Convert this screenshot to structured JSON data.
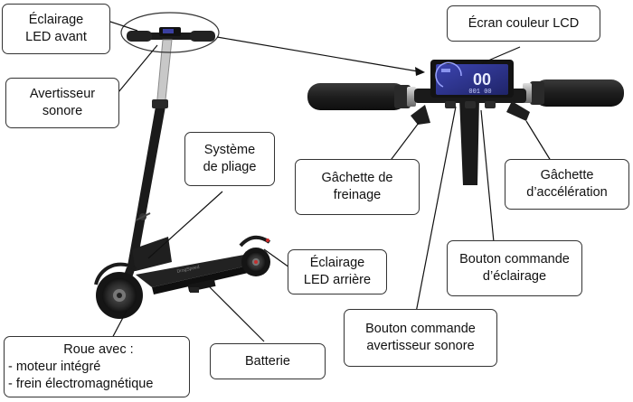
{
  "labels": {
    "eclairage_avant": [
      "Éclairage",
      "LED avant"
    ],
    "avertisseur": [
      "Avertisseur",
      "sonore"
    ],
    "pliage": [
      "Système",
      "de pliage"
    ],
    "eclairage_arriere": [
      "Éclairage",
      "LED arrière"
    ],
    "roue": {
      "title": "Roue avec :",
      "items": [
        "- moteur intégré",
        "- frein électromagnétique"
      ]
    },
    "batterie": "Batterie",
    "ecran": "Écran couleur LCD",
    "frein": [
      "Gâchette de",
      "freinage"
    ],
    "acceleration": [
      "Gâchette",
      "d’accélération"
    ],
    "bouton_eclairage": [
      "Bouton commande",
      "d’éclairage"
    ],
    "bouton_avertisseur": [
      "Bouton commande",
      "avertisseur sonore"
    ]
  },
  "display": {
    "digits": "00",
    "sub_readout": "001 00"
  },
  "colors": {
    "scooter_body": "#1b1b1b",
    "handle_grip": "#262626",
    "lcd_screen": "#2a2f86",
    "lcd_digits": "#e8ecff",
    "label_border": "#333333",
    "connector": "#111111"
  }
}
